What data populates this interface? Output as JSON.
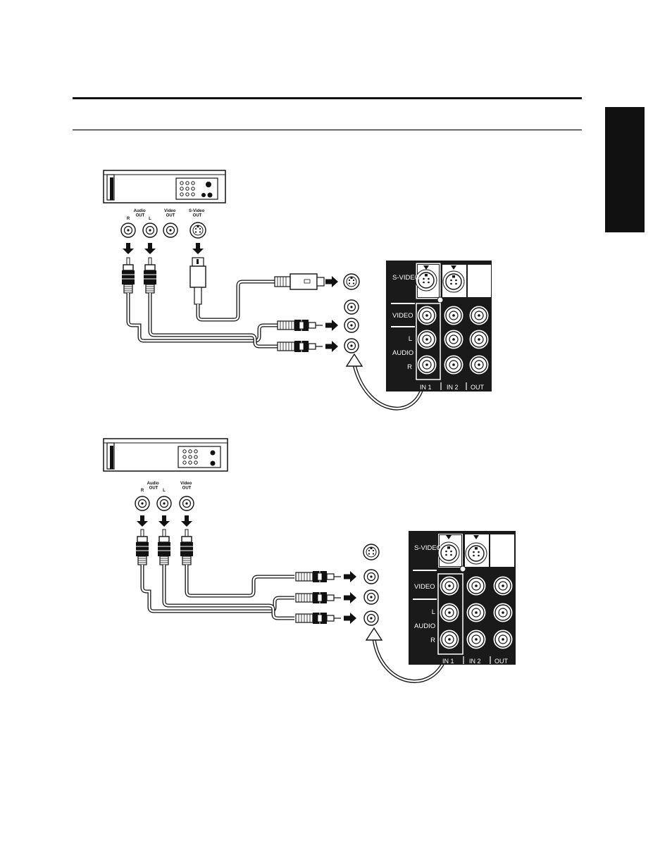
{
  "colors": {
    "ink": "#111111",
    "panel": "#1a1a1a",
    "paper": "#ffffff",
    "cable": "#ffffff"
  },
  "diagrams": [
    {
      "source_labels": {
        "audio_out": "Audio\nOUT",
        "audio_r": "R",
        "audio_l": "L",
        "video_out": "Video\nOUT",
        "svideo_out": "S-Video\nOUT"
      },
      "panel": {
        "row_svideo": "S-VIDEO",
        "row_video": "VIDEO",
        "row_l": "L",
        "row_audio": "AUDIO",
        "row_r": "R",
        "col_in1": "IN 1",
        "col_in2": "IN 2",
        "col_out": "OUT"
      }
    },
    {
      "source_labels": {
        "audio_out": "Audio\nOUT",
        "audio_r": "R",
        "audio_l": "L",
        "video_out": "Video\nOUT"
      },
      "panel": {
        "row_svideo": "S-VIDEO",
        "row_video": "VIDEO",
        "row_l": "L",
        "row_audio": "AUDIO",
        "row_r": "R",
        "col_in1": "IN 1",
        "col_in2": "IN 2",
        "col_out": "OUT"
      }
    }
  ]
}
